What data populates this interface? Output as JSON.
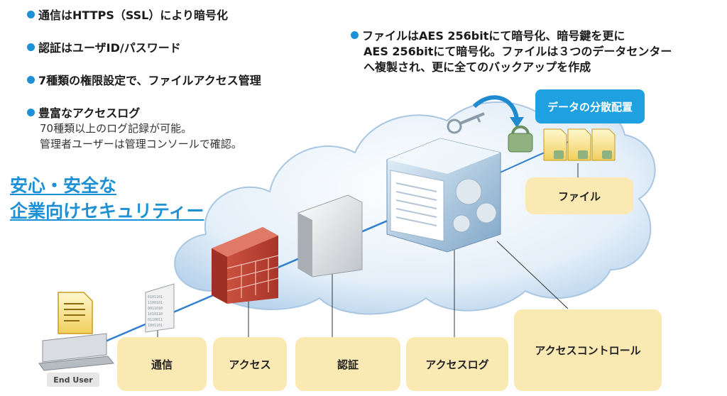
{
  "bullets": [
    {
      "text": "通信はHTTPS（SSL）により暗号化"
    },
    {
      "text": "認証はユーザID/パスワード"
    },
    {
      "text": "7種類の権限設定で、ファイルアクセス管理"
    },
    {
      "text": "豊富なアクセスログ",
      "sub": [
        "70種類以上のログ記録が可能。",
        "管理者ユーザーは管理コンソールで確認。"
      ]
    }
  ],
  "headline": [
    "安心・安全な",
    "企業向けセキュリティー"
  ],
  "file_bullet": [
    "ファイルはAES 256bitにて暗号化、暗号鍵を更に",
    "AES 256bitにて暗号化。ファイルは３つのデータセンター",
    "へ複製され、更に全てのバックアップを作成"
  ],
  "badge": "データの分散配置",
  "boxes": {
    "file": "ファイル",
    "comm": "通信",
    "access": "アクセス",
    "auth": "認証",
    "log": "アクセスログ",
    "control": "アクセスコントロール"
  },
  "end_user": "End User",
  "colors": {
    "accent": "#1e90d6",
    "box": "#fbe9b4",
    "badge": "#1fa0e0",
    "cloud": "#dbe9f6",
    "wall": "#c94a3c"
  }
}
